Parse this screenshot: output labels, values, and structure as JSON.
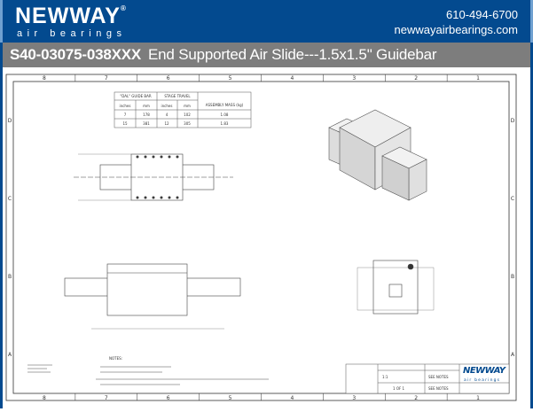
{
  "header": {
    "logo": "NEWWAY",
    "logo_registered": "®",
    "logo_sub": "air bearings",
    "phone": "610-494-6700",
    "website": "newwayairbearings.com",
    "brand_color": "#034a8f"
  },
  "title": {
    "part_number": "S40-03075-038XXX",
    "description": "End Supported Air Slide---1.5x1.5\" Guidebar",
    "bar_color": "#7d7d7d"
  },
  "drawing": {
    "zones_columns": [
      "8",
      "7",
      "6",
      "5",
      "4",
      "3",
      "2",
      "1"
    ],
    "zones_rows": [
      "D",
      "C",
      "B",
      "A"
    ],
    "table": {
      "headers": [
        "\"DAL\" GUIDE BAR",
        "STAGE TRAVEL",
        "ASSEMBLY MASS (kg)"
      ],
      "subheaders": [
        "inches",
        "mm",
        "inches",
        "mm"
      ],
      "rows": [
        [
          "7",
          "178",
          "4",
          "102",
          "1.08"
        ],
        [
          "15",
          "381",
          "12",
          "305",
          "1.83"
        ]
      ]
    },
    "notes_label": "NOTES:",
    "title_block": {
      "logo": "NEWWAY",
      "logo_sub": "air bearings",
      "see_notes_1": "SEE NOTES",
      "see_notes_2": "SEE NOTES",
      "scale": "1:1",
      "sheet": "1 OF 1"
    }
  }
}
